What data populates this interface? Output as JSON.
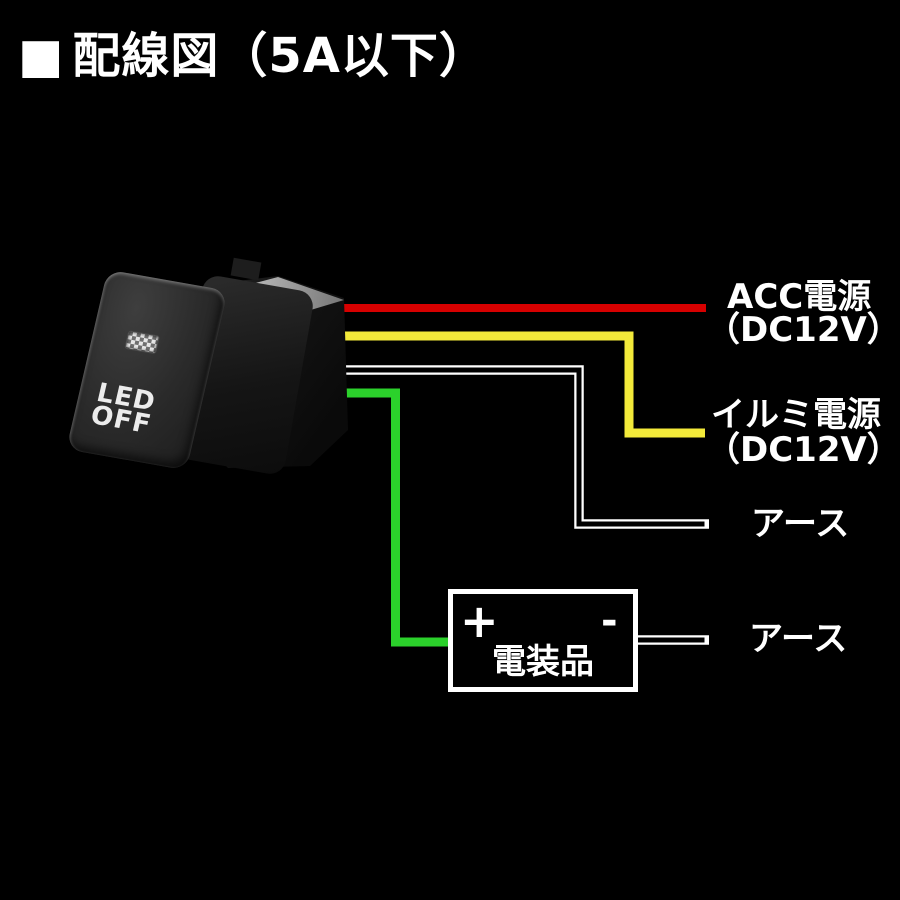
{
  "colors": {
    "background": "#000000",
    "text": "#ffffff",
    "acc_wire": "#d60000",
    "illumination_wire": "#f3ea3a",
    "ground_wire": "#ffffff",
    "equipment_wire": "#2bd12b"
  },
  "title": {
    "marker": "■",
    "text": "配線図（5A以下）"
  },
  "switch": {
    "button_line1": "LED",
    "button_line2": "OFF"
  },
  "wires": [
    {
      "id": "acc-power",
      "color": "#d60000",
      "label": "ACC電源",
      "sublabel": "（DC12V）"
    },
    {
      "id": "illumination-power",
      "color": "#f3ea3a",
      "label": "イルミ電源",
      "sublabel": "（DC12V）"
    },
    {
      "id": "ground-switch",
      "color": "#ffffff",
      "label": "アース"
    },
    {
      "id": "ground-equipment",
      "color": "#ffffff",
      "label": "アース"
    },
    {
      "id": "equipment-plus",
      "color": "#2bd12b"
    }
  ],
  "equipment_box": {
    "plus": "+",
    "minus": "-",
    "label": "電装品"
  }
}
